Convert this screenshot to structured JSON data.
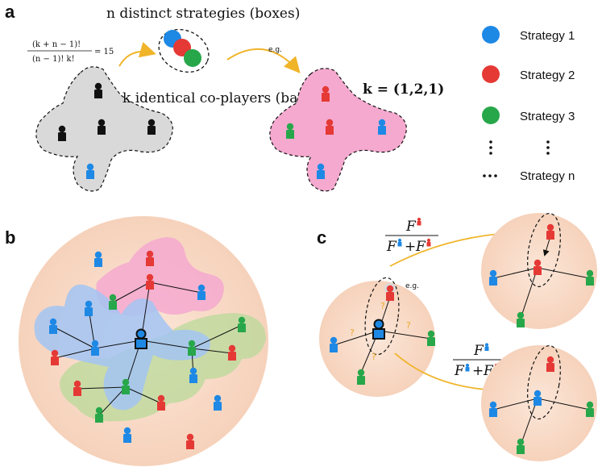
{
  "panels": {
    "a": "a",
    "b": "b",
    "c": "c"
  },
  "panel_a": {
    "boxes_label": "n distinct strategies (boxes)",
    "balls_label": "k identical co-players (balls)",
    "formula_num": "(k + n − 1)!",
    "formula_den": "(n − 1)! k!",
    "formula_eq": "= 15",
    "eg": "e.g.",
    "k_vector": "k = (1,2,1)"
  },
  "legend": [
    {
      "label": "Strategy 1",
      "color": "#1e88e5"
    },
    {
      "label": "Strategy 2",
      "color": "#e53935"
    },
    {
      "label": "Strategy 3",
      "color": "#27a74a"
    },
    {
      "label": "Strategy n",
      "color": "#111111"
    }
  ],
  "panel_c": {
    "eg": "e.g.",
    "q_mark": "?",
    "top_fraction": {
      "num": "F",
      "den_a": "F",
      "plus": "+",
      "den_b": "F"
    },
    "bottom_fraction": {
      "num": "F",
      "den_a": "F",
      "plus": "+",
      "den_b": "F"
    }
  },
  "colors": {
    "blue": "#1e88e5",
    "red": "#e53935",
    "green": "#27a74a",
    "black": "#111111",
    "pink_blob": "#f5a9cf",
    "gray_blob": "#d9d9d9",
    "peach": "#f8dcc9",
    "arrow": "#f0b429"
  }
}
